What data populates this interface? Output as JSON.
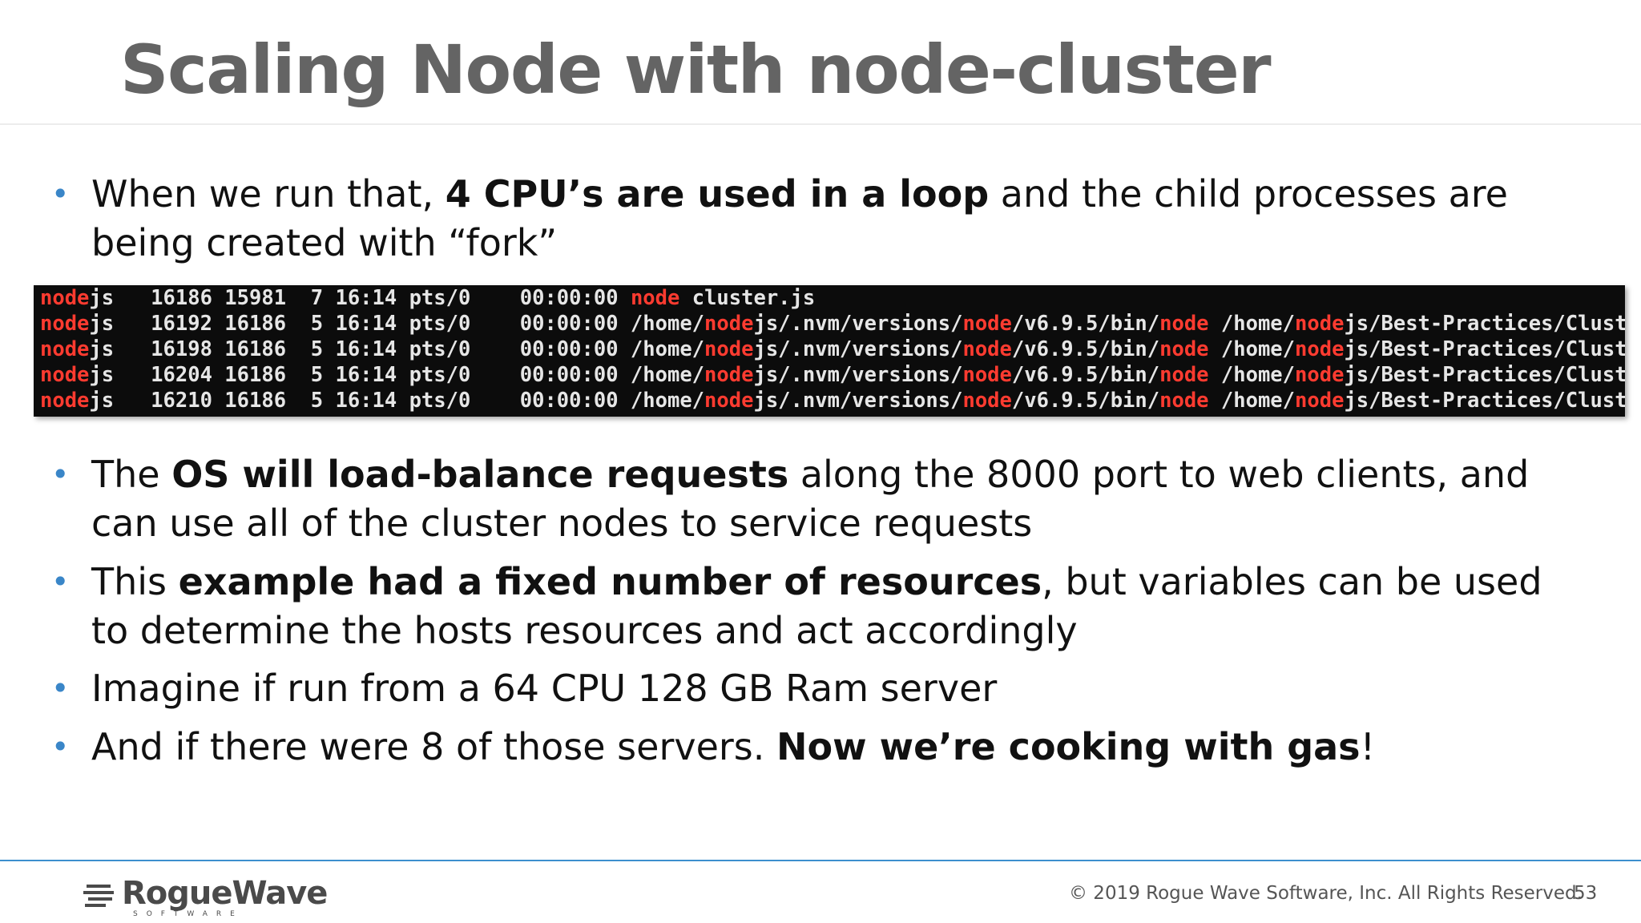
{
  "slide": {
    "title": "Scaling Node with node-cluster",
    "bullets": [
      {
        "segments": [
          {
            "text": "When we run that, ",
            "bold": false
          },
          {
            "text": "4 CPU’s are used in a loop",
            "bold": true
          },
          {
            "text": " and the child processes are being created with “fork”",
            "bold": false
          }
        ]
      },
      {
        "segments": [
          {
            "text": "The ",
            "bold": false
          },
          {
            "text": "OS will load-balance requests",
            "bold": true
          },
          {
            "text": " along the 8000 port to web clients, and can use all of the cluster nodes to service requests",
            "bold": false
          }
        ]
      },
      {
        "segments": [
          {
            "text": "This ",
            "bold": false
          },
          {
            "text": "example had a fixed number of resources",
            "bold": true
          },
          {
            "text": ", but variables can be used to determine the hosts resources and act accordingly",
            "bold": false
          }
        ]
      },
      {
        "segments": [
          {
            "text": "Imagine if run from a 64 CPU 128 GB Ram server",
            "bold": false
          }
        ]
      },
      {
        "segments": [
          {
            "text": "And if there were 8 of those servers. ",
            "bold": false
          },
          {
            "text": "Now we’re cooking with gas",
            "bold": true
          },
          {
            "text": "!",
            "bold": false
          }
        ]
      }
    ],
    "terminal": {
      "lines": [
        [
          {
            "t": "node",
            "h": true
          },
          {
            "t": "js   16186 15981  7 16:14 pts/0    00:00:00 ",
            "h": false
          },
          {
            "t": "node",
            "h": true
          },
          {
            "t": " cluster.js",
            "h": false
          }
        ],
        [
          {
            "t": "node",
            "h": true
          },
          {
            "t": "js   16192 16186  5 16:14 pts/0    00:00:00 /home/",
            "h": false
          },
          {
            "t": "node",
            "h": true
          },
          {
            "t": "js/.nvm/versions/",
            "h": false
          },
          {
            "t": "node",
            "h": true
          },
          {
            "t": "/v6.9.5/bin/",
            "h": false
          },
          {
            "t": "node",
            "h": true
          },
          {
            "t": " /home/",
            "h": false
          },
          {
            "t": "node",
            "h": true
          },
          {
            "t": "js/Best-Practices/ClusterDemo/cluster.js",
            "h": false
          }
        ],
        [
          {
            "t": "node",
            "h": true
          },
          {
            "t": "js   16198 16186  5 16:14 pts/0    00:00:00 /home/",
            "h": false
          },
          {
            "t": "node",
            "h": true
          },
          {
            "t": "js/.nvm/versions/",
            "h": false
          },
          {
            "t": "node",
            "h": true
          },
          {
            "t": "/v6.9.5/bin/",
            "h": false
          },
          {
            "t": "node",
            "h": true
          },
          {
            "t": " /home/",
            "h": false
          },
          {
            "t": "node",
            "h": true
          },
          {
            "t": "js/Best-Practices/ClusterDemo/cluster.js",
            "h": false
          }
        ],
        [
          {
            "t": "node",
            "h": true
          },
          {
            "t": "js   16204 16186  5 16:14 pts/0    00:00:00 /home/",
            "h": false
          },
          {
            "t": "node",
            "h": true
          },
          {
            "t": "js/.nvm/versions/",
            "h": false
          },
          {
            "t": "node",
            "h": true
          },
          {
            "t": "/v6.9.5/bin/",
            "h": false
          },
          {
            "t": "node",
            "h": true
          },
          {
            "t": " /home/",
            "h": false
          },
          {
            "t": "node",
            "h": true
          },
          {
            "t": "js/Best-Practices/ClusterDemo/cluster.js",
            "h": false
          }
        ],
        [
          {
            "t": "node",
            "h": true
          },
          {
            "t": "js   16210 16186  5 16:14 pts/0    00:00:00 /home/",
            "h": false
          },
          {
            "t": "node",
            "h": true
          },
          {
            "t": "js/.nvm/versions/",
            "h": false
          },
          {
            "t": "node",
            "h": true
          },
          {
            "t": "/v6.9.5/bin/",
            "h": false
          },
          {
            "t": "node",
            "h": true
          },
          {
            "t": " /home/",
            "h": false
          },
          {
            "t": "node",
            "h": true
          },
          {
            "t": "js/Best-Practices/ClusterDemo/cluster.js",
            "h": false
          }
        ]
      ]
    },
    "footer": {
      "logo_text": "RogueWave",
      "logo_subtext": "SOFTWARE",
      "copyright": "© 2019 Rogue Wave Software, Inc. All Rights Reserved.",
      "page_number": "53"
    },
    "colors": {
      "accent": "#3a86c8",
      "title": "#646464",
      "terminal_bg": "#0c0c0c",
      "terminal_highlight": "#ff3b30"
    }
  }
}
